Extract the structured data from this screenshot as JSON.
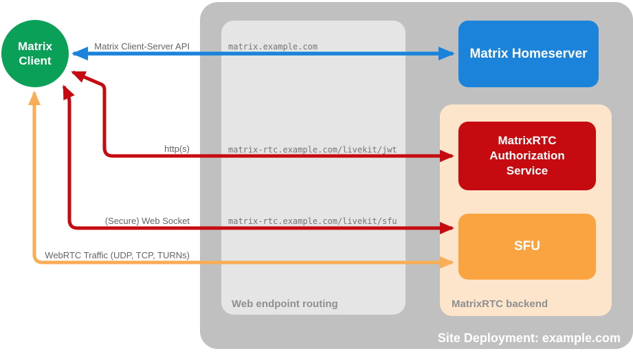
{
  "colors": {
    "green": "#0aa057",
    "blue": "#1b84da",
    "red": "#c60b10",
    "orange": "#f9a440",
    "orange_arrow": "#f9ae55",
    "backend_bg": "#fde5cc",
    "site_bg": "#c0c0c0",
    "routing_bg": "#e5e5e5"
  },
  "client": {
    "label": "Matrix Client"
  },
  "homeserver": {
    "label": "Matrix Homeserver"
  },
  "site": {
    "label": "Site Deployment: example.com"
  },
  "routing": {
    "label": "Web endpoint routing",
    "endpoints": {
      "homeserver": "matrix.example.com",
      "jwt": "matrix-rtc.example.com/livekit/jwt",
      "sfu": "matrix-rtc.example.com/livekit/sfu"
    }
  },
  "backend": {
    "label": "MatrixRTC backend",
    "auth": {
      "label": "MatrixRTC Authorization Service"
    },
    "sfu": {
      "label": "SFU"
    }
  },
  "arrows": {
    "api": {
      "label": "Matrix Client-Server API",
      "color": "#1b84da"
    },
    "https": {
      "label": "http(s)",
      "color": "#c60b10"
    },
    "websocket": {
      "label": "(Secure) Web Socket",
      "color": "#c60b10"
    },
    "webrtc": {
      "label": "WebRTC Traffic (UDP, TCP, TURNs)",
      "color": "#f9ae55"
    }
  }
}
